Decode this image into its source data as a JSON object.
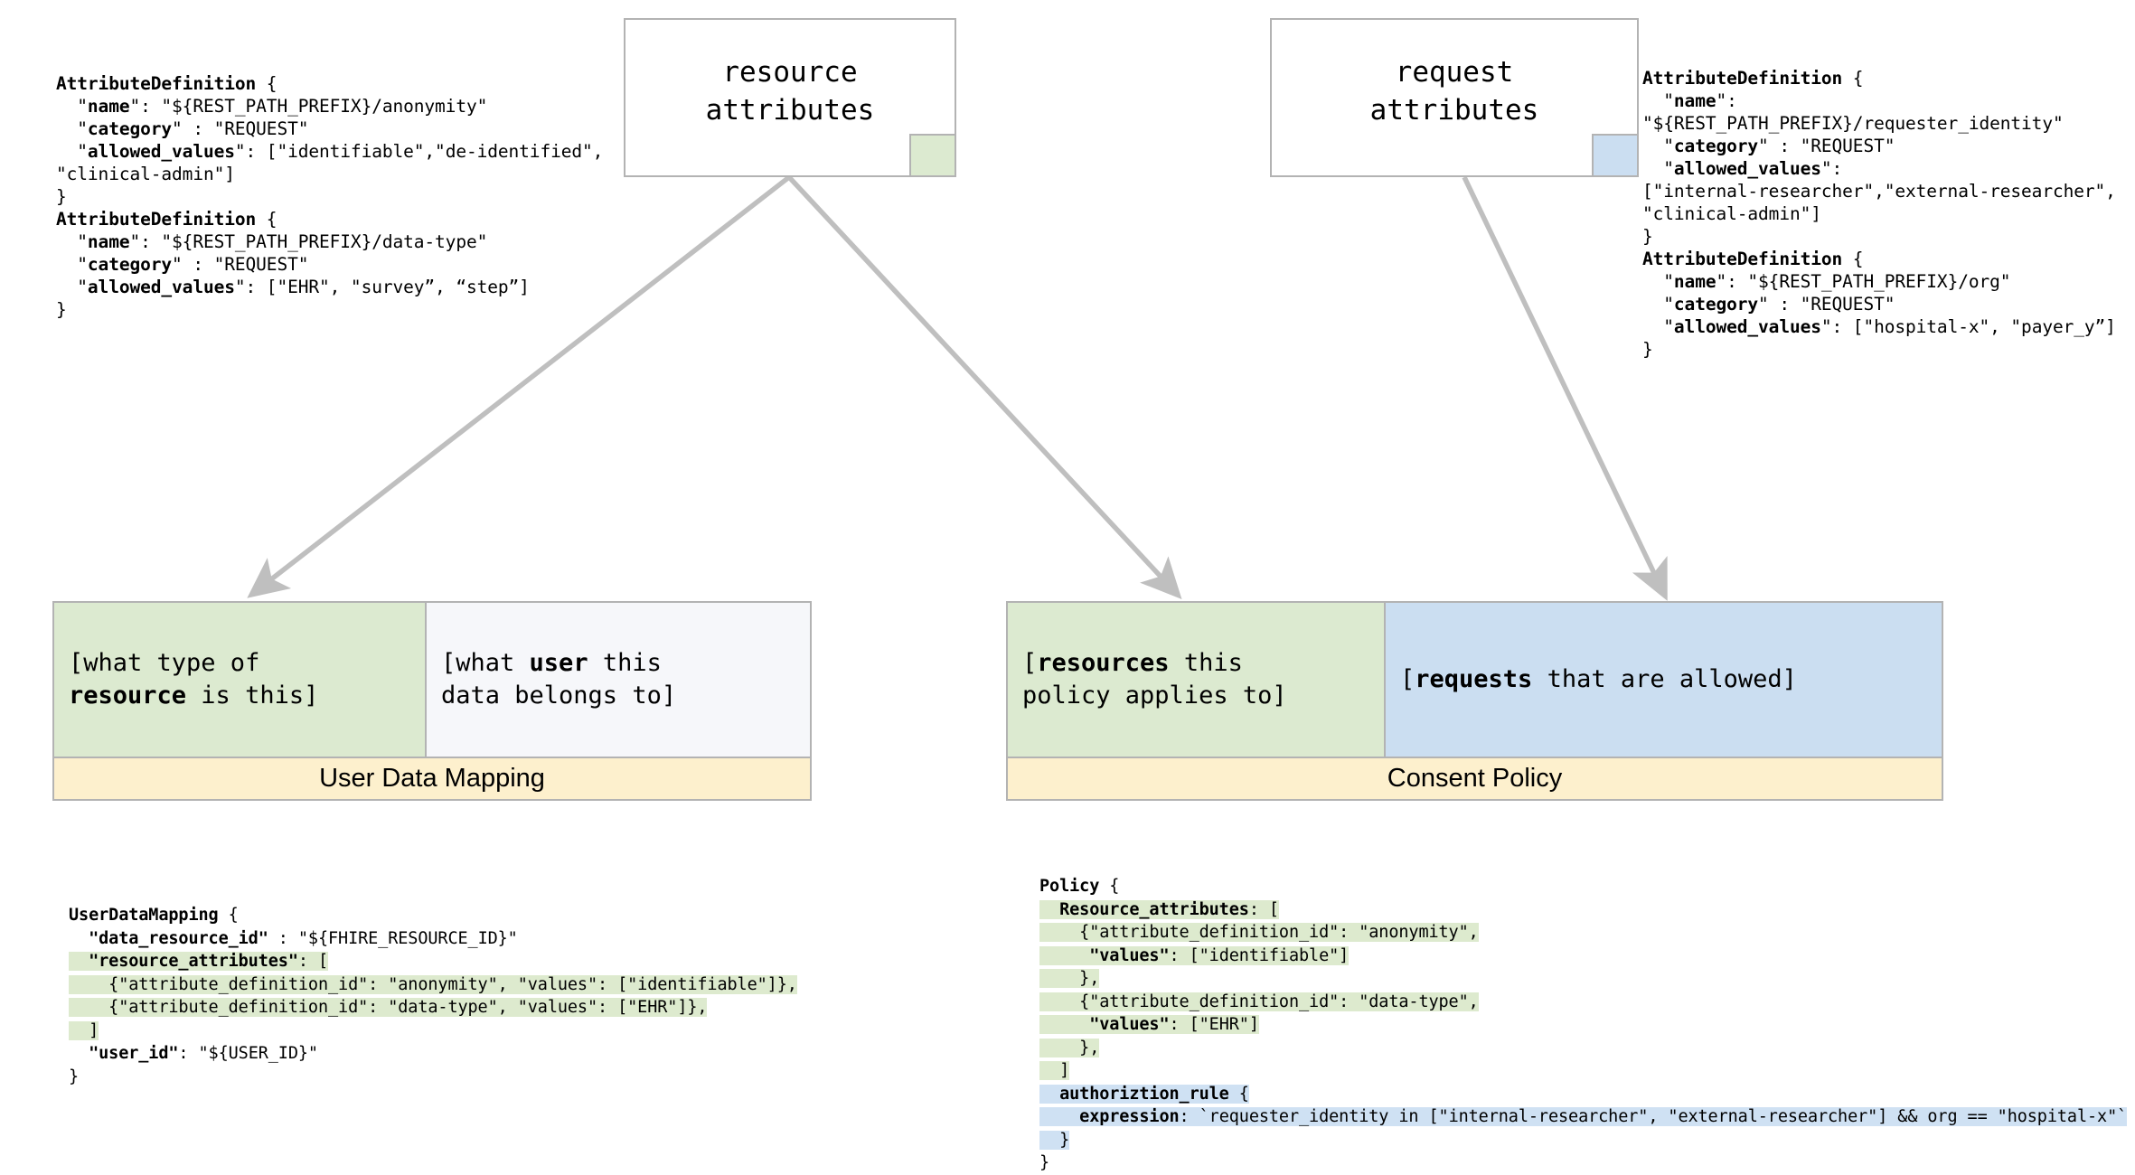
{
  "colors": {
    "green": "#dcead0",
    "blue": "#cbdef1",
    "yellow": "#fdf0cd",
    "neutral": "#f6f7fa",
    "border": "#b3b3b3",
    "arrow": "#bfbfbf"
  },
  "source_boxes": [
    {
      "id": "resource-attributes",
      "label": "resource\nattributes",
      "swatch_color": "#dcead0"
    },
    {
      "id": "request-attributes",
      "label": "request\nattributes",
      "swatch_color": "#cbdef1"
    }
  ],
  "attribute_definitions_left": "AttributeDefinition {\n  \"name\": \"${REST_PATH_PREFIX}/anonymity\"\n  \"category\" : \"REQUEST\"\n  \"allowed_values\": [\"identifiable\",\"de-identified\",\n\"clinical-admin\"]\n}\nAttributeDefinition {\n  \"name\": \"${REST_PATH_PREFIX}/data-type\"\n  \"category\" : \"REQUEST\"\n  \"allowed_values\": [\"EHR\", \"survey”, “step”]\n}",
  "attribute_definitions_right": "AttributeDefinition {\n  \"name\":\n\"${REST_PATH_PREFIX}/requester_identity\"\n  \"category\" : \"REQUEST\"\n  \"allowed_values\":\n[\"internal-researcher\",\"external-researcher\",\n\"clinical-admin\"]\n}\nAttributeDefinition {\n  \"name\": \"${REST_PATH_PREFIX}/org\"\n  \"category\" : \"REQUEST\"\n  \"allowed_values\": [\"hospital-x\", \"payer_y”]\n}",
  "attribute_definitions_left_bold_tokens": [
    "AttributeDefinition",
    "name",
    "category",
    "allowed_values"
  ],
  "cards": [
    {
      "id": "user-data-mapping",
      "title": "User Data Mapping",
      "cells": [
        {
          "id": "resource",
          "text": "[what type of\nresource is this]",
          "bold": "resource",
          "bg": "#dcead0"
        },
        {
          "id": "user",
          "text": "[what user this\ndata belongs to]",
          "bold": "user",
          "bg": "#f6f7fa"
        }
      ]
    },
    {
      "id": "consent-policy",
      "title": "Consent Policy",
      "cells": [
        {
          "id": "resources",
          "text": "[resources this\npolicy applies to]",
          "bold": "resources",
          "bg": "#dcead0"
        },
        {
          "id": "requests",
          "text": "[requests that are allowed]",
          "bold": "requests",
          "bg": "#cbdef1"
        }
      ]
    }
  ],
  "user_data_mapping_code": {
    "lines": [
      {
        "text": "UserDataMapping {",
        "hl": "none"
      },
      {
        "text": "  \"data_resource_id\" : \"${FHIRE_RESOURCE_ID}\"",
        "hl": "none"
      },
      {
        "text": "  \"resource_attributes\": [",
        "hl": "green"
      },
      {
        "text": "    {\"attribute_definition_id\": \"anonymity\", \"values\": [\"identifiable\"]},",
        "hl": "green"
      },
      {
        "text": "    {\"attribute_definition_id\": \"data-type\", \"values\": [\"EHR\"]},",
        "hl": "green"
      },
      {
        "text": "  ]",
        "hl": "green"
      },
      {
        "text": "  \"user_id\": \"${USER_ID}\"",
        "hl": "none"
      },
      {
        "text": "}",
        "hl": "none"
      }
    ]
  },
  "policy_code": {
    "lines": [
      {
        "text": "Policy {",
        "hl": "none"
      },
      {
        "text": "  Resource_attributes: [",
        "hl": "green"
      },
      {
        "text": "    {\"attribute_definition_id\": \"anonymity\",",
        "hl": "green"
      },
      {
        "text": "     \"values\": [\"identifiable\"]",
        "hl": "green"
      },
      {
        "text": "    },",
        "hl": "green"
      },
      {
        "text": "    {\"attribute_definition_id\": \"data-type\",",
        "hl": "green"
      },
      {
        "text": "     \"values\": [\"EHR\"]",
        "hl": "green"
      },
      {
        "text": "    },",
        "hl": "green"
      },
      {
        "text": "  ]",
        "hl": "green"
      },
      {
        "text": "  authoriztion_rule {",
        "hl": "blue"
      },
      {
        "text": "    expression: `requester_identity in [\"internal-researcher\", \"external-researcher\"] && org == \"hospital-x\"`",
        "hl": "blue"
      },
      {
        "text": "  }",
        "hl": "blue"
      },
      {
        "text": "}",
        "hl": "none"
      }
    ]
  },
  "arrows": [
    {
      "id": "resource-to-user-data-mapping",
      "from": "resource-attributes",
      "to": "user-data-mapping-resource-cell"
    },
    {
      "id": "resource-to-consent-policy",
      "from": "resource-attributes",
      "to": "consent-policy-resources-cell"
    },
    {
      "id": "request-to-consent-policy",
      "from": "request-attributes",
      "to": "consent-policy-requests-cell"
    }
  ]
}
